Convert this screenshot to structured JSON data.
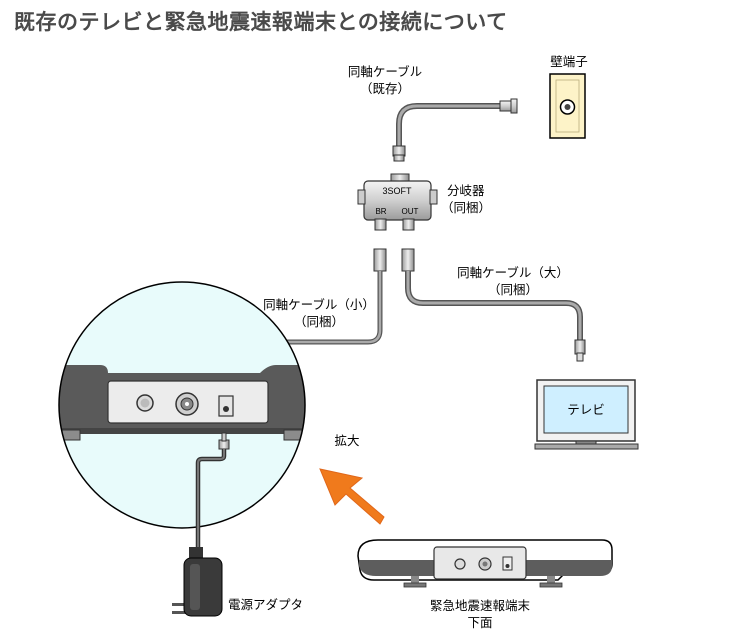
{
  "title": "既存のテレビと緊急地震速報端末との接続について",
  "labels": {
    "existing_cable_line1": "同軸ケーブル",
    "existing_cable_line2": "（既存）",
    "wall_outlet": "壁端子",
    "splitter_line1": "分岐器",
    "splitter_line2": "（同梱）",
    "splitter_brand": "3SOFT",
    "splitter_port_br": "BR",
    "splitter_port_out": "OUT",
    "cable_large_line1": "同軸ケーブル（大）",
    "cable_large_line2": "（同梱）",
    "cable_small_line1": "同軸ケーブル（小）",
    "cable_small_line2": "（同梱）",
    "tv_screen": "テレビ",
    "zoom": "拡大",
    "adapter": "電源アダプタ",
    "terminal_line1": "緊急地震速報端末",
    "terminal_line2": "下面"
  },
  "colors": {
    "title": "#4a4a4a",
    "zoom_bubble": "#e8fbfb",
    "arrow": "#f07a1c",
    "wall_plate": "#fdf3c8",
    "tv_screen": "#cfefff",
    "cable": "#8e8e8e",
    "device_dark": "#555555"
  }
}
